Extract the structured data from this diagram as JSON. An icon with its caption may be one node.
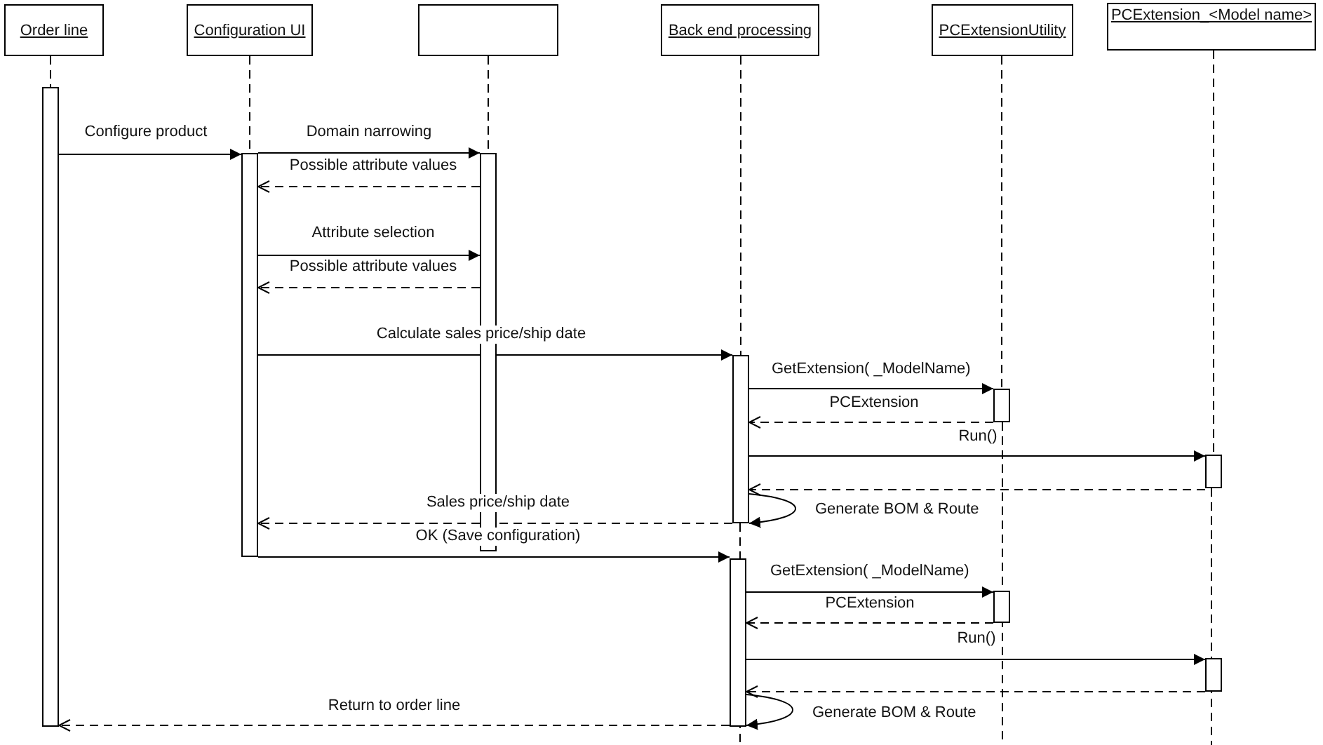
{
  "diagram": {
    "nodes": [
      {
        "text": [
          "Order line"
        ]
      },
      {
        "text": [
          "Configuration UI"
        ]
      },
      {
        "text": [],
        "shape": "box"
      },
      {
        "text": [
          "Back end processing"
        ]
      },
      {
        "text": [
          "PCExtensionUtility"
        ]
      },
      {
        "text": [
          "PCExtension_<Model name>"
        ]
      },
      {
        "text": [],
        "shape": "bar"
      },
      {
        "text": [],
        "shape": "bar"
      },
      {
        "text": [],
        "shape": "bar"
      },
      {
        "text": [],
        "shape": "bar"
      },
      {
        "text": [],
        "shape": "bar"
      },
      {
        "text": [],
        "shape": "bar"
      },
      {
        "text": [],
        "shape": "bar"
      },
      {
        "text": [],
        "shape": "bar"
      },
      {
        "text": [],
        "shape": "bar"
      }
    ],
    "edges": [
      {
        "from": 6,
        "to": 7,
        "arrow": "to",
        "label": "Configure product"
      },
      {
        "from": 7,
        "to": 8,
        "arrow": "to",
        "label": "Domain narrowing"
      },
      {
        "from": 8,
        "to": 7,
        "arrow": "to",
        "label": "Possible attribute values",
        "style": "dashed"
      },
      {
        "from": 7,
        "to": 8,
        "arrow": "to",
        "label": "Attribute selection"
      },
      {
        "from": 8,
        "to": 7,
        "arrow": "to",
        "label": "Possible attribute values",
        "style": "dashed"
      },
      {
        "from": 7,
        "to": 9,
        "arrow": "to",
        "label": "Calculate sales price/ship date"
      },
      {
        "from": 9,
        "to": 10,
        "arrow": "to",
        "label": "GetExtension( _ModelName)"
      },
      {
        "from": 10,
        "to": 9,
        "arrow": "to",
        "label": "PCExtension",
        "style": "dashed"
      },
      {
        "from": 9,
        "to": 11,
        "arrow": "to",
        "label": "Run()"
      },
      {
        "from": 11,
        "to": 9,
        "arrow": "to",
        "style": "dashed"
      },
      {
        "from": 9,
        "to": 9,
        "arrow": "to",
        "label": "Generate BOM & Route"
      },
      {
        "from": 9,
        "to": 7,
        "arrow": "to",
        "label": "Sales price/ship date",
        "style": "dashed"
      },
      {
        "from": 7,
        "to": 12,
        "arrow": "to",
        "label": "OK (Save configuration)"
      },
      {
        "from": 12,
        "to": 13,
        "arrow": "to",
        "label": "GetExtension( _ModelName)"
      },
      {
        "from": 13,
        "to": 12,
        "arrow": "to",
        "label": "PCExtension",
        "style": "dashed"
      },
      {
        "from": 12,
        "to": 14,
        "arrow": "to",
        "label": "Run()"
      },
      {
        "from": 14,
        "to": 12,
        "arrow": "to",
        "style": "dashed"
      },
      {
        "from": 12,
        "to": 12,
        "arrow": "to",
        "label": "Generate BOM & Route"
      },
      {
        "from": 12,
        "to": 6,
        "arrow": "to",
        "label": "Return to order line",
        "style": "dashed"
      },
      {
        "from": 0,
        "to": 6,
        "arrow": "none",
        "style": "dashed"
      },
      {
        "from": 1,
        "to": 7,
        "arrow": "none",
        "style": "dashed"
      },
      {
        "from": 2,
        "to": 8,
        "arrow": "none",
        "style": "dashed"
      },
      {
        "from": 3,
        "to": 9,
        "arrow": "none",
        "style": "dashed"
      },
      {
        "from": 4,
        "to": 10,
        "arrow": "none",
        "style": "dashed"
      },
      {
        "from": 5,
        "to": 11,
        "arrow": "none",
        "style": "dashed"
      }
    ]
  }
}
